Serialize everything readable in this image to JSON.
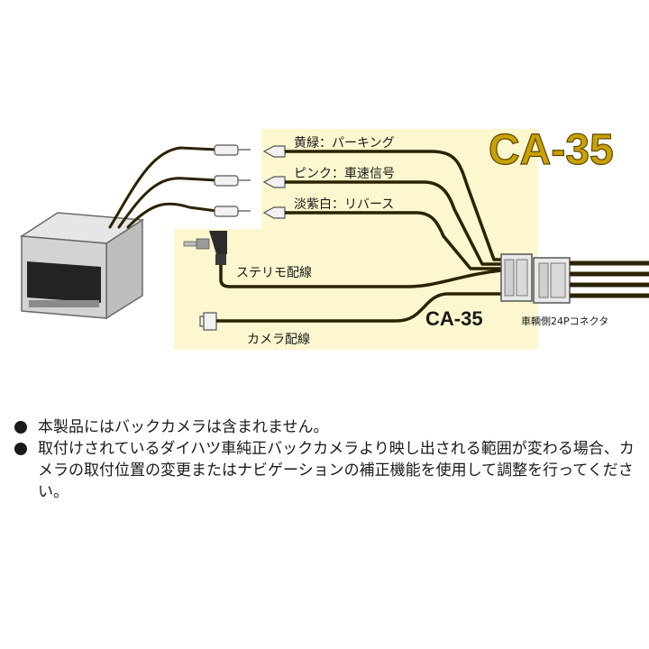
{
  "title": "CA-35",
  "cable_label": "CA-35",
  "wires": [
    {
      "label": "黄緑：パーキング"
    },
    {
      "label": "ピンク：車速信号"
    },
    {
      "label": "淡紫白：リバース"
    }
  ],
  "stereo_label": "ステリモ配線",
  "camera_label": "カメラ配線",
  "connector_label": "車輌側24Pコネクタ",
  "notes": [
    "本製品にはバックカメラは含まれません。",
    "取付けされているダイハツ車純正バックカメラより映し出される範囲が変わる場合、カメラの取付位置の変更またはナビゲーションの補正機能を使用して調整を行ってください。"
  ],
  "colors": {
    "panel": "#fcf7cf",
    "title": "#c9a100",
    "wire": "#2b2200"
  }
}
